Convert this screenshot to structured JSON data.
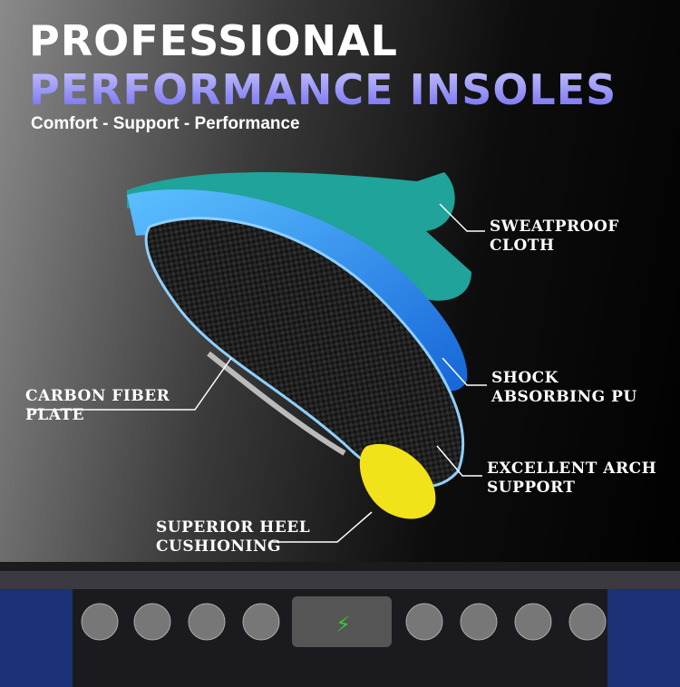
{
  "title": {
    "line1": "PROFESSIONAL",
    "line2": "PERFORMANCE INSOLES"
  },
  "subtitle": "Comfort - Support - Performance",
  "labels": {
    "sweatproof": [
      "SWEATPROOF",
      "CLOTH"
    ],
    "shock": [
      "SHOCK",
      "ABSORBING PU"
    ],
    "arch": [
      "EXCELLENT ARCH",
      "SUPPORT"
    ],
    "carbon": [
      "CARBON FIBER",
      "PLATE"
    ],
    "heel": [
      "SUPERIOR HEEL",
      "CUSHIONING"
    ]
  },
  "colors": {
    "accent": "#7b76f5",
    "blue": "#2a8ff0",
    "teal": "#1fa39a",
    "yellow": "#f2e21a"
  }
}
